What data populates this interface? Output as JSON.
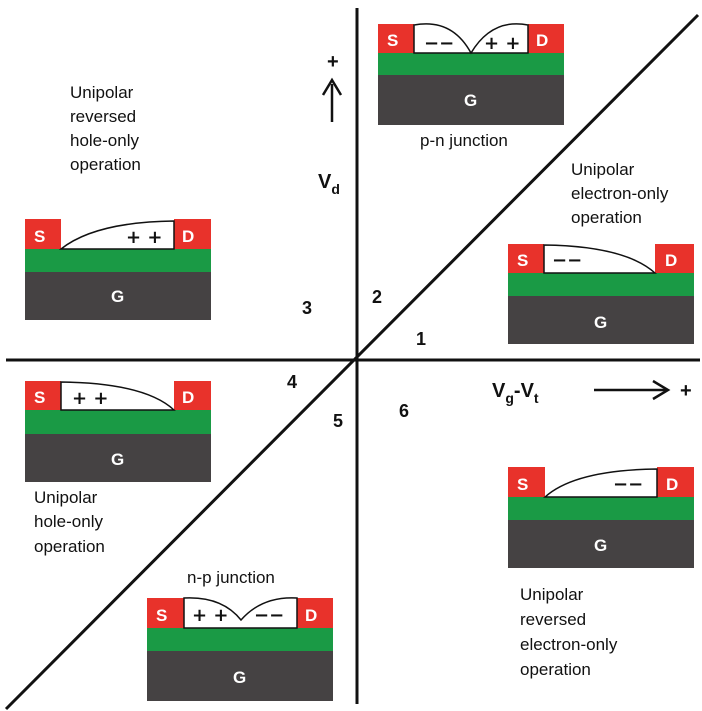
{
  "axes": {
    "vd_label": "V",
    "vd_sub": "d",
    "vg_label": "V",
    "vg_sub": "g",
    "vg_dash": "-V",
    "vt_sub": "t",
    "plus": "+"
  },
  "regions": {
    "r1": "1",
    "r2": "2",
    "r3": "3",
    "r4": "4",
    "r5": "5",
    "r6": "6"
  },
  "labels": {
    "reversed_hole": [
      "Unipolar",
      "reversed",
      "hole-only",
      "operation"
    ],
    "electron_only": [
      "Unipolar",
      "electron-only",
      "operation"
    ],
    "hole_only": [
      "Unipolar",
      "hole-only",
      "operation"
    ],
    "reversed_electron": [
      "Unipolar",
      "reversed",
      "electron-only",
      "operation"
    ],
    "pn_junction": "p-n junction",
    "np_junction": "n-p junction"
  },
  "device": {
    "source": "S",
    "drain": "D",
    "gate": "G",
    "holes": "+ +",
    "electrons": "−−",
    "colors": {
      "contact": "#e8322b",
      "channel": "#1a9a45",
      "gate": "#454243",
      "outline": "#111111"
    }
  }
}
